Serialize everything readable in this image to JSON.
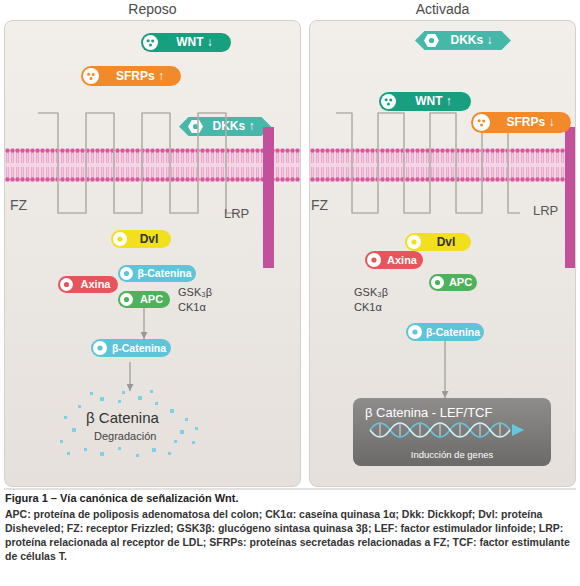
{
  "diagram": {
    "title": "Figura 1 – Vía canónica de señalización Wnt.",
    "caption": "APC: proteína de poliposis adenomatosa del colon; CK1α: caseína quinasa 1α; Dkk: Dickkopf; Dvl: proteína Disheveled; FZ: receptor Frizzled; GSK3β: glucógeno sintasa quinasa 3β; LEF: factor estimulador linfoide; LRP: proteína relacionada al receptor de LDL; SFRPs: proteínas secretadas relacionadas a FZ; TCF: factor estimulante de células T.",
    "nodes": [
      {
        "text": [
          "Reposo"
        ]
      },
      {
        "text": [
          "WNT ↓"
        ],
        "in": 0
      },
      {
        "text": [
          "SFRPs ↑"
        ],
        "in": 0
      },
      {
        "text": [
          "DKKs ↑"
        ],
        "in": 0
      },
      {
        "text": [
          "Dvl"
        ],
        "in": 0
      },
      {
        "text": [
          "β-Catenina"
        ],
        "in": 0
      },
      {
        "text": [
          "Axina"
        ],
        "in": 0
      },
      {
        "text": [
          "APC"
        ],
        "in": 0
      },
      {
        "text": [
          "β-Catenina"
        ],
        "in": 0
      },
      {
        "text": [
          "Activada"
        ]
      },
      {
        "text": [
          "DKKs ↓"
        ],
        "in": 9
      },
      {
        "text": [
          "WNT ↑"
        ],
        "in": 9
      },
      {
        "text": [
          "SFRPs ↓"
        ],
        "in": 9
      },
      {
        "text": [
          "Dvl"
        ],
        "in": 9
      },
      {
        "text": [
          "Axina"
        ],
        "in": 9
      },
      {
        "text": [
          "APC"
        ],
        "in": 9
      },
      {
        "text": [
          "β-Catenina"
        ],
        "in": 9
      },
      {
        "text": [
          "β Catenina - LEF/TCF",
          "Inducción de genes"
        ],
        "in": 9
      }
    ],
    "edges": [
      {
        "from": 7,
        "to": 8,
        "arrow": "to"
      },
      {
        "from": 16,
        "to": 17,
        "arrow": "to"
      }
    ],
    "labels": [
      "FZ",
      "LRP",
      "GSK₃β",
      "CK1α",
      "β Catenina",
      "Degradación",
      "FZ",
      "LRP",
      "GSK₃β",
      "CK1α"
    ]
  }
}
